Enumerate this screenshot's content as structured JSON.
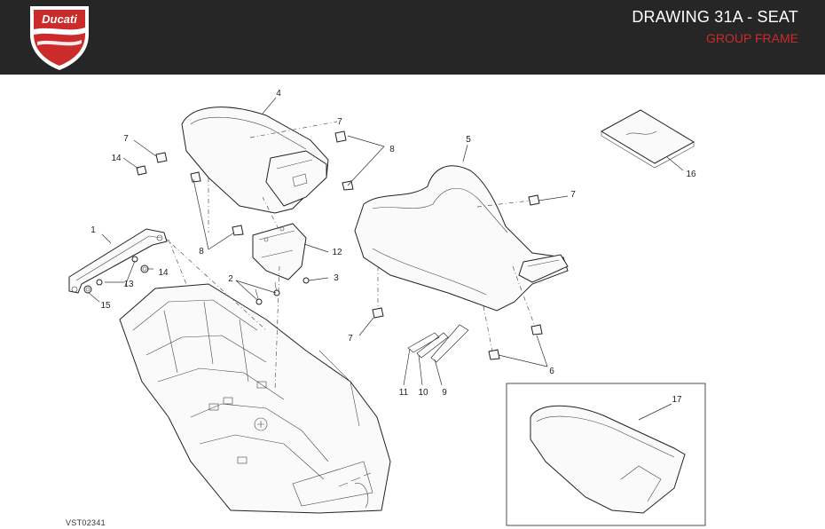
{
  "header": {
    "title": "DRAWING 31A - SEAT",
    "subtitle": "GROUP FRAME",
    "logo_text": "Ducati",
    "brand_color": "#cc2b2b",
    "background": "#262626"
  },
  "drawing_code": "VST02341",
  "callouts": [
    "1",
    "2",
    "3",
    "4",
    "5",
    "6",
    "7",
    "7",
    "7",
    "7",
    "8",
    "8",
    "9",
    "10",
    "11",
    "12",
    "13",
    "14",
    "14",
    "15",
    "16",
    "17"
  ]
}
